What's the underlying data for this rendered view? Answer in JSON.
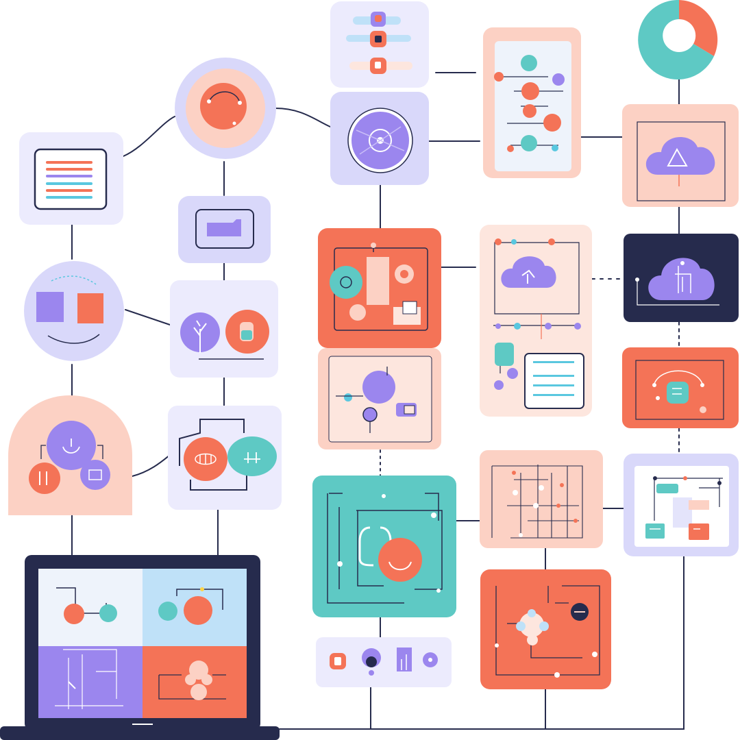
{
  "palette": {
    "navy": "#262b4d",
    "coral": "#f47357",
    "peach": "#fcd1c4",
    "peach_light": "#fde6de",
    "lavender": "#d9d8fa",
    "lavender_light": "#ecebfd",
    "purple": "#9b86ee",
    "teal": "#5ec9c4",
    "sky": "#bfe1f8",
    "cyan": "#59c7df",
    "ice": "#eef3fb"
  },
  "diagram": {
    "nodes": [
      {
        "id": "document-card",
        "shape": "rounded-rect",
        "fill": "lavender_light",
        "icons": [
          "text-lines-icon"
        ]
      },
      {
        "id": "coral-blob-circle",
        "shape": "circle",
        "fill": "lavender",
        "icons": [
          "coral-blob-icon"
        ]
      },
      {
        "id": "top-list-card",
        "shape": "rounded-rect",
        "fill": "lavender_light",
        "icons": [
          "toggle-list-icon"
        ]
      },
      {
        "id": "purple-gear-card",
        "shape": "rounded-rect",
        "fill": "lavender",
        "icons": [
          "purple-gear-icon"
        ]
      },
      {
        "id": "connector-list-card",
        "shape": "rounded-rect",
        "fill": "peach",
        "icons": [
          "node-list-icon"
        ]
      },
      {
        "id": "donut-chart",
        "shape": "donut",
        "fill": "teal",
        "icons": [
          "donut-chart-icon"
        ]
      },
      {
        "id": "cloud-triangle-card",
        "shape": "rounded-rect",
        "fill": "peach",
        "icons": [
          "cloud-icon"
        ]
      },
      {
        "id": "folder-card",
        "shape": "rounded-rect",
        "fill": "lavender",
        "icons": [
          "folder-icon"
        ]
      },
      {
        "id": "two-squares-circle",
        "shape": "circle",
        "fill": "lavender",
        "icons": [
          "square-pair-icon"
        ]
      },
      {
        "id": "plant-badge-card",
        "shape": "rounded-rect",
        "fill": "lavender_light",
        "icons": [
          "plant-icon",
          "badge-icon"
        ]
      },
      {
        "id": "dashboard-panel-card",
        "shape": "rounded-rect",
        "fill": "coral",
        "icons": [
          "dashboard-icon"
        ]
      },
      {
        "id": "cloud-flow-card",
        "shape": "rounded-rect",
        "fill": "peach_light",
        "icons": [
          "cloud-icon",
          "text-lines-icon"
        ]
      },
      {
        "id": "navy-cloud-card",
        "shape": "rounded-rect",
        "fill": "navy",
        "icons": [
          "cloud-upload-icon"
        ]
      },
      {
        "id": "purple-node-card",
        "shape": "rounded-rect",
        "fill": "peach",
        "icons": [
          "network-node-icon"
        ]
      },
      {
        "id": "coral-route-card",
        "shape": "rounded-rect",
        "fill": "coral",
        "icons": [
          "route-icon"
        ]
      },
      {
        "id": "peach-arch",
        "shape": "arch",
        "fill": "peach",
        "icons": [
          "purple-face-icon",
          "chip-icon"
        ]
      },
      {
        "id": "two-circles-card",
        "shape": "rounded-rect",
        "fill": "lavender_light",
        "icons": [
          "coral-circle-icon",
          "teal-circle-icon"
        ]
      },
      {
        "id": "teal-circuit-card",
        "shape": "rounded-rect",
        "fill": "teal",
        "icons": [
          "circuit-icon"
        ]
      },
      {
        "id": "peach-circuit-card",
        "shape": "rounded-rect",
        "fill": "peach",
        "icons": [
          "circuit-icon"
        ]
      },
      {
        "id": "mini-windows-card",
        "shape": "rounded-rect",
        "fill": "lavender",
        "icons": [
          "window-icon"
        ]
      },
      {
        "id": "laptop",
        "shape": "laptop",
        "fill": "navy",
        "icons": [
          "laptop-icon"
        ]
      },
      {
        "id": "coral-puzzle-card",
        "shape": "rounded-rect",
        "fill": "coral",
        "icons": [
          "puzzle-icon"
        ]
      },
      {
        "id": "icon-strip",
        "shape": "rounded-rect",
        "fill": "lavender_light",
        "icons": [
          "badge-icon",
          "pin-icon",
          "chart-icon",
          "dot-icon"
        ]
      }
    ],
    "edges": [
      {
        "from": "document-card",
        "to": "coral-blob-circle"
      },
      {
        "from": "coral-blob-circle",
        "to": "purple-gear-card"
      },
      {
        "from": "coral-blob-circle",
        "to": "folder-card"
      },
      {
        "from": "document-card",
        "to": "two-squares-circle"
      },
      {
        "from": "folder-card",
        "to": "plant-badge-card"
      },
      {
        "from": "two-squares-circle",
        "to": "plant-badge-card"
      },
      {
        "from": "two-squares-circle",
        "to": "peach-arch"
      },
      {
        "from": "plant-badge-card",
        "to": "two-circles-card"
      },
      {
        "from": "peach-arch",
        "to": "two-circles-card"
      },
      {
        "from": "peach-arch",
        "to": "laptop"
      },
      {
        "from": "two-circles-card",
        "to": "laptop"
      },
      {
        "from": "top-list-card",
        "to": "connector-list-card"
      },
      {
        "from": "purple-gear-card",
        "to": "connector-list-card"
      },
      {
        "from": "purple-gear-card",
        "to": "dashboard-panel-card"
      },
      {
        "from": "connector-list-card",
        "to": "cloud-triangle-card"
      },
      {
        "from": "donut-chart",
        "to": "cloud-triangle-card"
      },
      {
        "from": "cloud-triangle-card",
        "to": "navy-cloud-card"
      },
      {
        "from": "dashboard-panel-card",
        "to": "cloud-flow-card"
      },
      {
        "from": "cloud-flow-card",
        "to": "navy-cloud-card"
      },
      {
        "from": "navy-cloud-card",
        "to": "coral-route-card"
      },
      {
        "from": "coral-route-card",
        "to": "mini-windows-card"
      },
      {
        "from": "purple-node-card",
        "to": "teal-circuit-card"
      },
      {
        "from": "teal-circuit-card",
        "to": "peach-circuit-card"
      },
      {
        "from": "peach-circuit-card",
        "to": "mini-windows-card"
      },
      {
        "from": "peach-circuit-card",
        "to": "coral-puzzle-card"
      },
      {
        "from": "teal-circuit-card",
        "to": "icon-strip"
      },
      {
        "from": "laptop",
        "to": "mini-windows-card"
      }
    ]
  }
}
